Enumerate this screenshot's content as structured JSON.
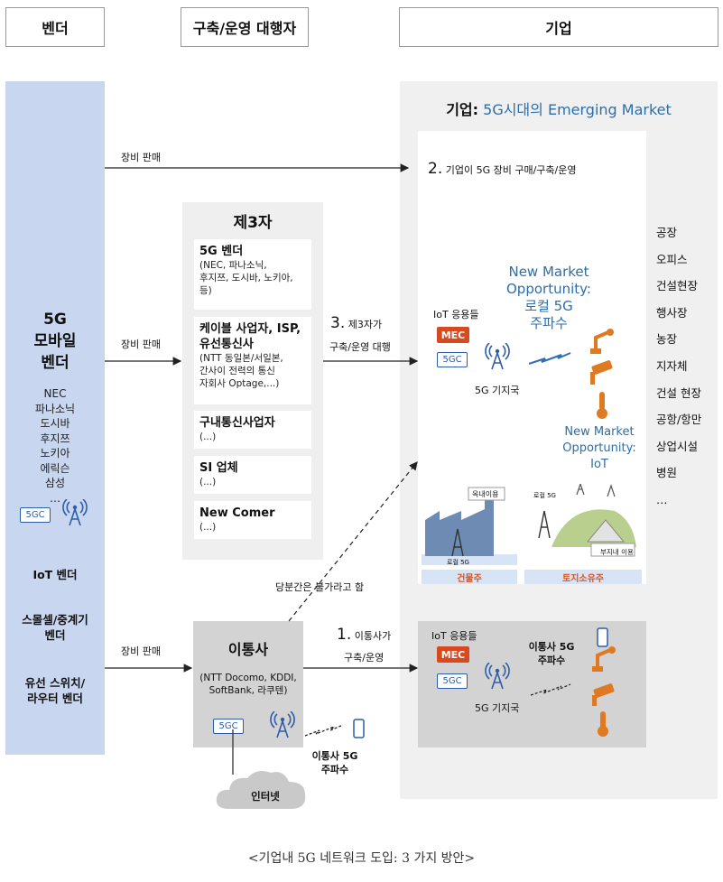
{
  "headers": {
    "vendor": "벤더",
    "integrator": "구축/운영 대행자",
    "enterprise": "기업"
  },
  "vendor": {
    "title_lines": [
      "5G",
      "모바일",
      "벤더"
    ],
    "list": [
      "NEC",
      "파나소닉",
      "도시바",
      "후지쯔",
      "노키아",
      "에릭슨",
      "삼성",
      "…"
    ],
    "sub1": "IoT 벤더",
    "sub2_lines": [
      "스몰셀/중계기",
      "벤더"
    ],
    "sub3_lines": [
      "유선 스위치/",
      "라우터 벤더"
    ]
  },
  "arrows": {
    "sale1": "장비 판매",
    "sale2": "장비 판매",
    "sale3": "장비 판매",
    "path3_num": "3.",
    "path3_text1": "제3자가",
    "path3_text2": "구축/운영 대행",
    "path1_num": "1.",
    "path1_text1": "이통사가",
    "path1_text2": "구축/운영",
    "dashed_label": "당분간은 불가라고 함"
  },
  "third_party": {
    "title": "제3자",
    "cards": [
      {
        "title": "5G 벤더",
        "sub": [
          "(NEC, 파나소닉,",
          "후지쯔, 도시바, 노키아,",
          "등)"
        ]
      },
      {
        "title_lines": [
          "케이블 사업자, ISP,",
          "유선통신사"
        ],
        "sub": [
          "(NTT 동일본/서일본,",
          "간사이 전력의 통신",
          "자회사 Optage,...)"
        ]
      },
      {
        "title": "구내통신사업자",
        "sub": [
          "(...)"
        ]
      },
      {
        "title": "SI 업체",
        "sub": [
          "(...)"
        ]
      },
      {
        "title": "New Comer",
        "sub": [
          "(...)"
        ]
      }
    ]
  },
  "carrier": {
    "title": "이통사",
    "sub": [
      "(NTT Docomo, KDDI,",
      "SoftBank, 라쿠텐)"
    ],
    "fivegc": "5GC",
    "spectrum_lines": [
      "이통사 5G",
      "주파수"
    ],
    "internet": "인터넷"
  },
  "enterprise": {
    "title_bold": "기업:",
    "title_rest": " 5G시대의 Emerging Market",
    "path2_num": "2.",
    "path2_text": "기업이 5G 장비 구매/구축/운영",
    "iot_apps": "IoT 응용들",
    "mec": "MEC",
    "fivegc": "5GC",
    "base_station": "5G 기지국",
    "opp1_lines": [
      "New Market",
      "Opportunity:",
      "로컬 5G",
      "주파수"
    ],
    "opp2_lines": [
      "New Market",
      "Opportunity:",
      "IoT"
    ],
    "building_tag": "옥내이용",
    "building_label": "로컬 5G",
    "land_label": "로컬 5G",
    "land_tag": "부지내 이용",
    "footer1": "건물주",
    "footer2": "토지소유주",
    "bottom": {
      "iot_apps": "IoT 응용들",
      "mec": "MEC",
      "fivegc": "5GC",
      "base_station": "5G 기지국",
      "spectrum_lines": [
        "이통사 5G",
        "주파수"
      ]
    }
  },
  "sites": [
    "공장",
    "오피스",
    "건설현장",
    "행사장",
    "농장",
    "지자체",
    "건설 현장",
    "공항/항만",
    "상업시설",
    "병원",
    "…"
  ],
  "caption": "<기업내 5G 네트워크 도입: 3 가지 방안>",
  "colors": {
    "vendor_bg": "#c9d6ef",
    "accent_blue": "#2d6ea8",
    "mec_red": "#d74a1f",
    "icon_orange": "#e07a22"
  }
}
